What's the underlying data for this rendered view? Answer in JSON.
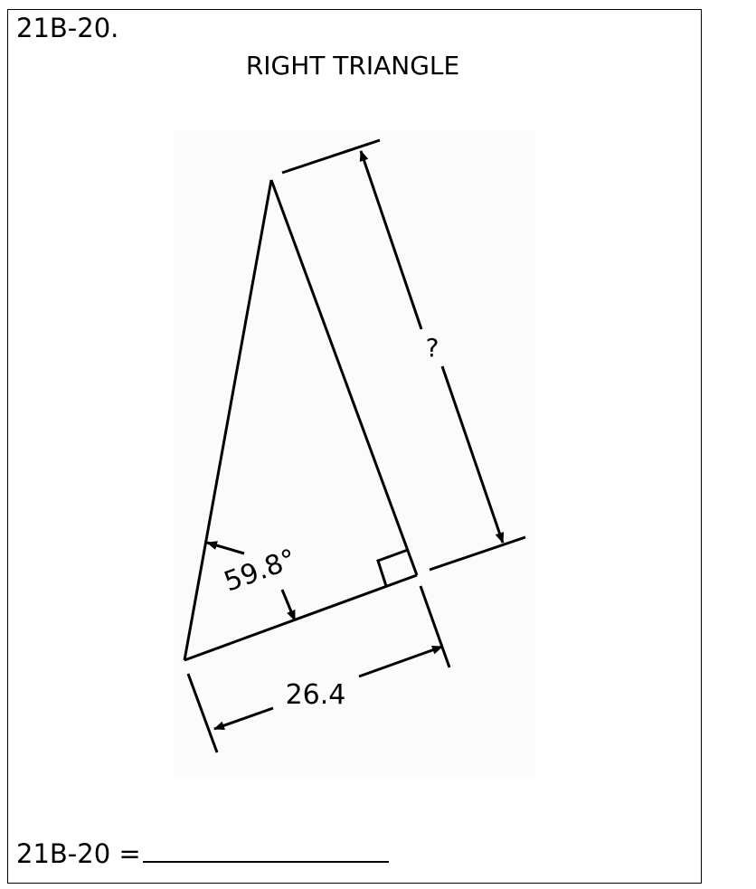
{
  "problem": {
    "number": "21B-20.",
    "title": "RIGHT TRIANGLE"
  },
  "diagram": {
    "angle_label": "59.8°",
    "base_label": "26.4",
    "unknown_label": "?",
    "right_angle_marker": "right-angle"
  },
  "answer": {
    "label": "21B-20 ="
  }
}
